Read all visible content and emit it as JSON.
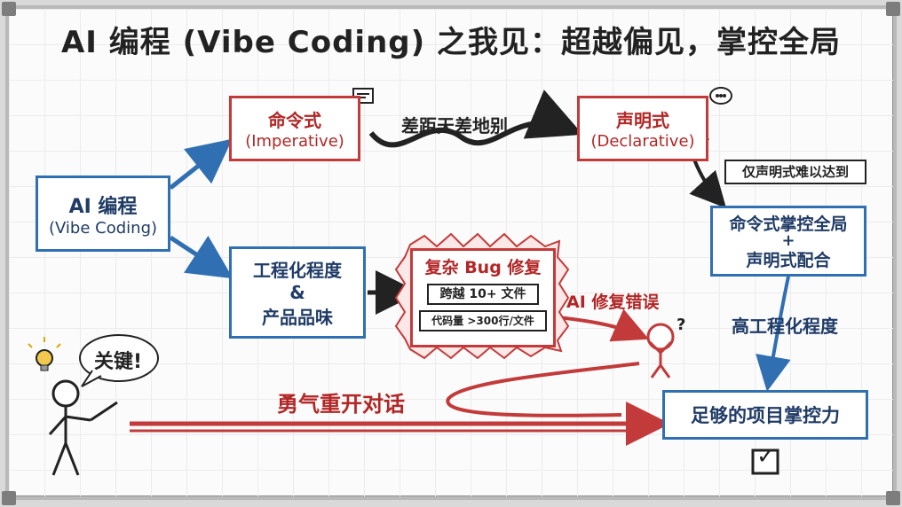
{
  "title": "AI 编程 (Vibe Coding) 之我见：超越偏见，掌控全局",
  "left_box": {
    "line1": "AI 编程",
    "line2": "(Vibe Coding)"
  },
  "imperative": {
    "line1": "命令式",
    "line2": "(Imperative)"
  },
  "declarative": {
    "line1": "声明式",
    "line2": "(Declarative)"
  },
  "gap_label": "差距天差地别",
  "declarative_note": "仅声明式难以达到",
  "combo_box": {
    "line1": "命令式掌控全局",
    "line2": "+",
    "line3": "声明式配合"
  },
  "high_eng_label": "高工程化程度",
  "engineering_box": {
    "line1": "工程化程度",
    "line2": "&",
    "line3": "产品品味"
  },
  "bug_box": {
    "line1": "复杂 Bug 修复",
    "tag1": "跨越 10+ 文件",
    "tag2": "代码量 >300行/文件"
  },
  "ai_fix_label": "AI 修复错误",
  "question_mark": "?",
  "key_speech": "关键!",
  "restart_label": "勇气重开对话",
  "final_box": "足够的项目掌控力",
  "checkmark": "✓",
  "colors": {
    "blue": "#2f6fb2",
    "red": "#c33a3a",
    "dark": "#222222"
  }
}
